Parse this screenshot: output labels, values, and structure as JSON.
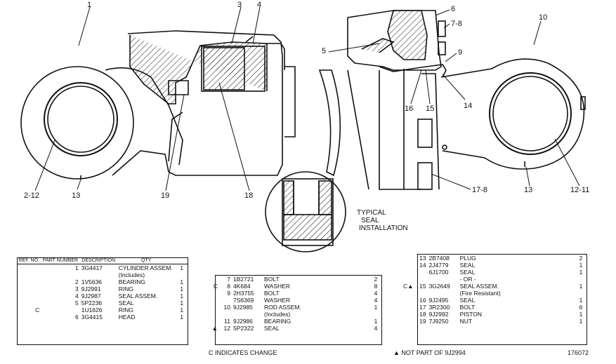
{
  "callouts": {
    "c1": "1",
    "c3": "3",
    "c4": "4",
    "c5": "5",
    "c6": "6",
    "c7_8a": "7-8",
    "c9": "9",
    "c10": "10",
    "c14": "14",
    "c15": "15",
    "c16": "16",
    "c17_8": "17-8",
    "c13a": "13",
    "c13b": "13",
    "c12_11": "12-11",
    "c2_12": "2-12",
    "c19": "19",
    "c18": "18"
  },
  "inset_caption": [
    "TYPICAL",
    "SEAL",
    "INSTALLATION"
  ],
  "table_left": {
    "headers": {
      "ref": "REF. NO.",
      "part": "PART NUMBER",
      "desc": "DESCRIPTION",
      "qty": "QTY"
    },
    "rows": [
      {
        "mark": "",
        "ref": "1",
        "part": "3G4417",
        "desc": "CYLINDER ASSEM.",
        "qty": "1"
      },
      {
        "mark": "",
        "ref": "",
        "part": "",
        "desc": "(Includes)",
        "qty": ""
      },
      {
        "mark": "",
        "ref": "2",
        "part": "1V5636",
        "desc": "BEARING",
        "qty": "1"
      },
      {
        "mark": "",
        "ref": "3",
        "part": "9J2991",
        "desc": "RING",
        "qty": "1"
      },
      {
        "mark": "",
        "ref": "4",
        "part": "9J2987",
        "desc": "SEAL ASSEM.",
        "qty": "1"
      },
      {
        "mark": "",
        "ref": "5",
        "part": "5P2236",
        "desc": "SEAL",
        "qty": "1"
      },
      {
        "mark": "C",
        "ref": "",
        "part": "1U1626",
        "desc": "RING",
        "qty": "1"
      },
      {
        "mark": "",
        "ref": "6",
        "part": "3G4415",
        "desc": "HEAD",
        "qty": "1"
      }
    ]
  },
  "table_mid": {
    "rows": [
      {
        "mark": "",
        "ref": "7",
        "part": "1B2721",
        "desc": "BOLT",
        "qty": "2"
      },
      {
        "mark": "C",
        "ref": "8",
        "part": "4K684",
        "desc": "WASHER",
        "qty": "8"
      },
      {
        "mark": "",
        "ref": "9",
        "part": "2H3755",
        "desc": "BOLT",
        "qty": "4"
      },
      {
        "mark": "",
        "ref": "",
        "part": "7S6369",
        "desc": "WASHER",
        "qty": "4"
      },
      {
        "mark": "",
        "ref": "10",
        "part": "9J2985",
        "desc": "ROD ASSEM.",
        "qty": "1"
      },
      {
        "mark": "",
        "ref": "",
        "part": "",
        "desc": "(Includes)",
        "qty": ""
      },
      {
        "mark": "",
        "ref": "11",
        "part": "9J2986",
        "desc": "BEARING",
        "qty": "1"
      },
      {
        "mark": "▲",
        "ref": "12",
        "part": "5P2322",
        "desc": "SEAL",
        "qty": "4"
      }
    ]
  },
  "table_right": {
    "rows": [
      {
        "mark": "",
        "ref": "13",
        "part": "2B7408",
        "desc": "PLUG",
        "qty": "2"
      },
      {
        "mark": "",
        "ref": "14",
        "part": "2J4779",
        "desc": "SEAL",
        "qty": "1"
      },
      {
        "mark": "",
        "ref": "",
        "part": "6J1700",
        "desc": "SEAL",
        "qty": "1"
      },
      {
        "mark": "",
        "ref": "",
        "part": "",
        "desc": "- OR -",
        "qty": ""
      },
      {
        "mark": "C▲",
        "ref": "15",
        "part": "3G2649",
        "desc": "SEAL ASSEM.",
        "qty": "1"
      },
      {
        "mark": "",
        "ref": "",
        "part": "",
        "desc": "(Fire Resistant)",
        "qty": ""
      },
      {
        "mark": "",
        "ref": "16",
        "part": "9J2495",
        "desc": "SEAL",
        "qty": "1"
      },
      {
        "mark": "",
        "ref": "17",
        "part": "3R2300",
        "desc": "BOLT",
        "qty": "6"
      },
      {
        "mark": "",
        "ref": "18",
        "part": "9J2992",
        "desc": "PISTON",
        "qty": "1"
      },
      {
        "mark": "",
        "ref": "19",
        "part": "7J9250",
        "desc": "NUT",
        "qty": "1"
      }
    ]
  },
  "footer": {
    "change_note": "C INDICATES CHANGE",
    "not_part_note": "▲ NOT PART OF 9J2994",
    "figure_no": "176072"
  }
}
